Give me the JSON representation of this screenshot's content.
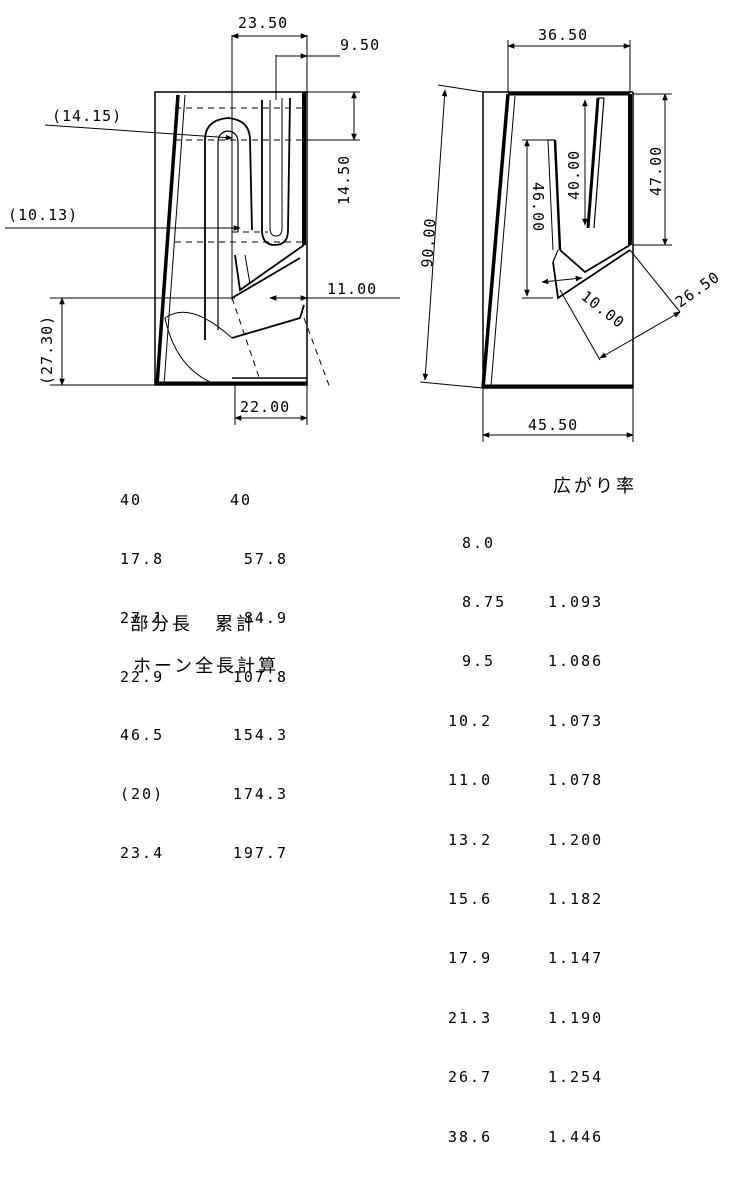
{
  "left_drawing": {
    "dims": {
      "top_width": "23.50",
      "top_right": "9.50",
      "left_upper": "(14.15)",
      "right_vertical": "14.50",
      "left_mid": "(10.13)",
      "right_mid": "11.00",
      "left_vertical": "(27.30)",
      "bottom_width": "22.00"
    }
  },
  "right_drawing": {
    "dims": {
      "top_width": "36.50",
      "inner_vertical": "40.00",
      "right_vertical": "47.00",
      "inner_left": "46.00",
      "diagonal_total": "90.00",
      "throat": "10.00",
      "diag_right": "26.50",
      "bottom_width": "45.50"
    }
  },
  "length_table": {
    "partial": [
      "40",
      "17.8",
      "27.1",
      "22.9",
      "46.5",
      "(20)",
      "23.4"
    ],
    "cumulative": [
      "40",
      "57.8",
      "84.9",
      "107.8",
      "154.3",
      "174.3",
      "197.7"
    ],
    "header_partial": "部分長",
    "header_cumulative": "累計",
    "caption": "ホーン全長計算"
  },
  "flare_table": {
    "title": "広がり率",
    "sizes": [
      "8.0",
      "8.75",
      "9.5",
      "10.2",
      "11.0",
      "13.2",
      "15.6",
      "17.9",
      "21.3",
      "26.7",
      "38.6"
    ],
    "rates": [
      "",
      "1.093",
      "1.086",
      "1.073",
      "1.078",
      "1.200",
      "1.182",
      "1.147",
      "1.190",
      "1.254",
      "1.446"
    ]
  }
}
